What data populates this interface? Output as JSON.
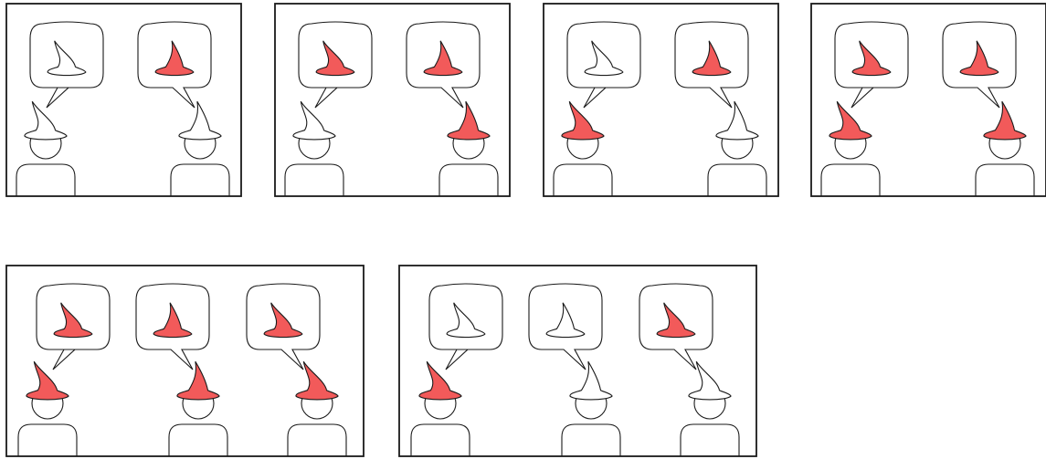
{
  "colors": {
    "hat_red": "#f25a5a",
    "hat_white": "#ffffff",
    "outline": "#1a1a1a"
  },
  "panels": [
    {
      "name": "panel-1",
      "figures": [
        {
          "hat": "white",
          "thought_hat": "white",
          "thought_hat_style": "slanted"
        },
        {
          "hat": "white",
          "thought_hat": "red",
          "thought_hat_style": "upright"
        }
      ]
    },
    {
      "name": "panel-2",
      "figures": [
        {
          "hat": "white",
          "thought_hat": "red",
          "thought_hat_style": "slanted"
        },
        {
          "hat": "red",
          "thought_hat": "red",
          "thought_hat_style": "upright"
        }
      ]
    },
    {
      "name": "panel-3",
      "figures": [
        {
          "hat": "red",
          "thought_hat": "white",
          "thought_hat_style": "slanted"
        },
        {
          "hat": "white",
          "thought_hat": "red",
          "thought_hat_style": "upright"
        }
      ]
    },
    {
      "name": "panel-4",
      "figures": [
        {
          "hat": "red",
          "thought_hat": "red",
          "thought_hat_style": "slanted"
        },
        {
          "hat": "red",
          "thought_hat": "red",
          "thought_hat_style": "upright"
        }
      ]
    },
    {
      "name": "panel-5",
      "figures": [
        {
          "hat": "red",
          "thought_hat": "red",
          "thought_hat_style": "slanted"
        },
        {
          "hat": "red",
          "thought_hat": "red",
          "thought_hat_style": "upright"
        },
        {
          "hat": "red",
          "thought_hat": "red",
          "thought_hat_style": "slanted"
        }
      ]
    },
    {
      "name": "panel-6",
      "figures": [
        {
          "hat": "red",
          "thought_hat": "white",
          "thought_hat_style": "slanted"
        },
        {
          "hat": "white",
          "thought_hat": "white",
          "thought_hat_style": "upright"
        },
        {
          "hat": "white",
          "thought_hat": "red",
          "thought_hat_style": "slanted"
        }
      ]
    }
  ]
}
